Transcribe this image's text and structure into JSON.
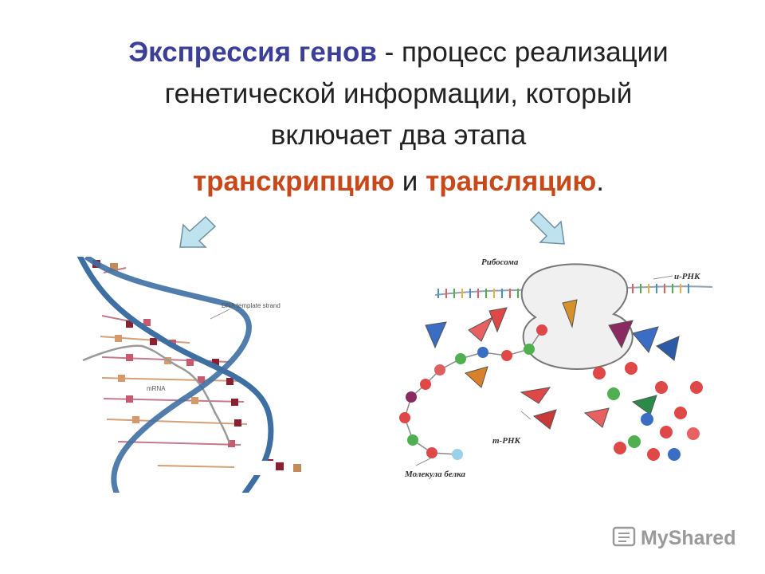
{
  "title": {
    "term": "Экспрессия генов",
    "line1_rest": " - процесс реализации",
    "line2": "генетической информации, который",
    "line3": "включает два этапа",
    "stage1": "транскрипцию",
    "conjunction": " и ",
    "stage2": "трансляцию",
    "period": "."
  },
  "colors": {
    "term": "#3b3f98",
    "stage": "#c8481a",
    "arrow_fill": "#bfe3ee",
    "helix": "#3d6fa3"
  },
  "dna_diagram": {
    "label_template": "DNA template strand",
    "label_mrna": "mRNA"
  },
  "ribosome_diagram": {
    "label_ribosome": "Рибосома",
    "label_mrna": "и-РНК",
    "label_trna": "т-РНК",
    "label_protein": "Молекула белка"
  },
  "watermark": {
    "text": "MyShared"
  }
}
